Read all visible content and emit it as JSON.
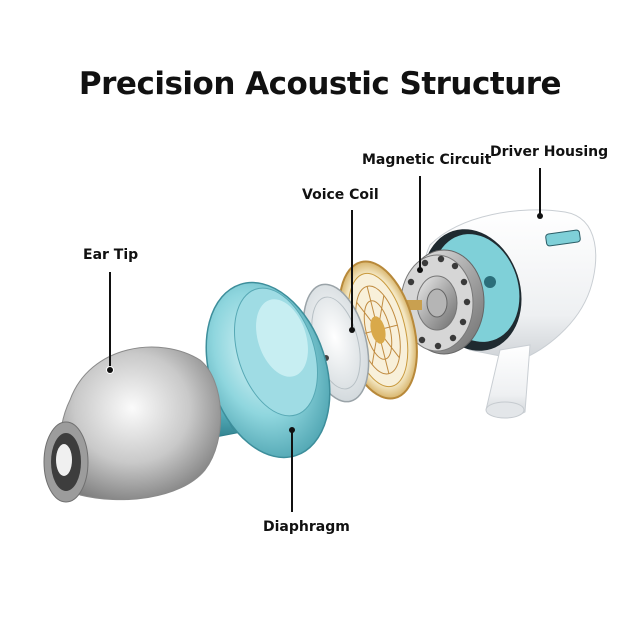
{
  "title": "Precision Acoustic Structure",
  "labels": {
    "ear_tip": "Ear Tip",
    "voice_coil": "Voice Coil",
    "magnetic_circuit": "Magnetic Circuit",
    "driver_housing": "Driver Housing",
    "diaphragm": "Diaphragm"
  },
  "colors": {
    "accent_teal": "#7fd0d8",
    "silver": "#c8c8c8",
    "gold_ring": "#d9b25a",
    "housing_white": "#f6f7f8"
  }
}
